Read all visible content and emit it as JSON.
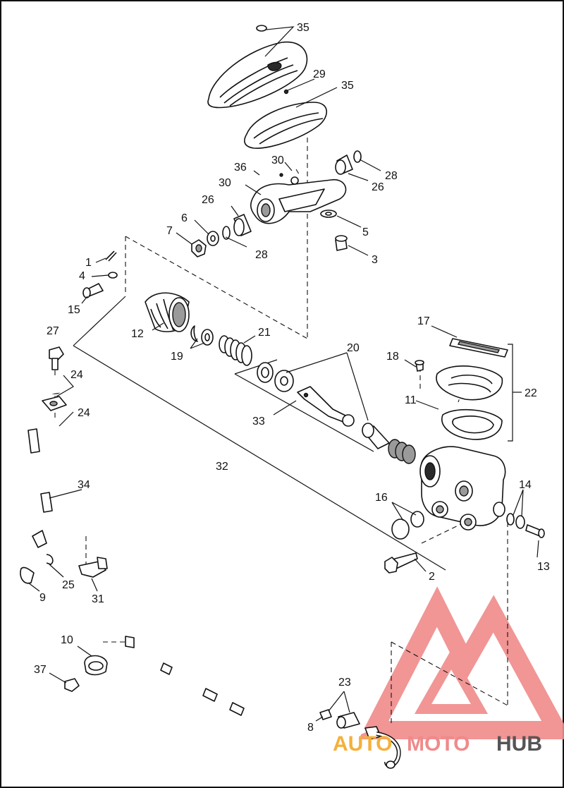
{
  "callouts": [
    {
      "id": "c35a",
      "text": "35"
    },
    {
      "id": "c29",
      "text": "29"
    },
    {
      "id": "c35b",
      "text": "35"
    },
    {
      "id": "c36",
      "text": "36"
    },
    {
      "id": "c30a",
      "text": "30"
    },
    {
      "id": "c28a",
      "text": "28"
    },
    {
      "id": "c26a",
      "text": "26"
    },
    {
      "id": "c30b",
      "text": "30"
    },
    {
      "id": "c26b",
      "text": "26"
    },
    {
      "id": "c6",
      "text": "6"
    },
    {
      "id": "c7",
      "text": "7"
    },
    {
      "id": "c28b",
      "text": "28"
    },
    {
      "id": "c5",
      "text": "5"
    },
    {
      "id": "c3",
      "text": "3"
    },
    {
      "id": "c1",
      "text": "1"
    },
    {
      "id": "c4",
      "text": "4"
    },
    {
      "id": "c15",
      "text": "15"
    },
    {
      "id": "c12",
      "text": "12"
    },
    {
      "id": "c19",
      "text": "19"
    },
    {
      "id": "c21",
      "text": "21"
    },
    {
      "id": "c20",
      "text": "20"
    },
    {
      "id": "c17",
      "text": "17"
    },
    {
      "id": "c18",
      "text": "18"
    },
    {
      "id": "c22",
      "text": "22"
    },
    {
      "id": "c11",
      "text": "11"
    },
    {
      "id": "c27",
      "text": "27"
    },
    {
      "id": "c24a",
      "text": "24"
    },
    {
      "id": "c24b",
      "text": "24"
    },
    {
      "id": "c33",
      "text": "33"
    },
    {
      "id": "c32",
      "text": "32"
    },
    {
      "id": "c34",
      "text": "34"
    },
    {
      "id": "c16",
      "text": "16"
    },
    {
      "id": "c14",
      "text": "14"
    },
    {
      "id": "c13",
      "text": "13"
    },
    {
      "id": "c25",
      "text": "25"
    },
    {
      "id": "c9",
      "text": "9"
    },
    {
      "id": "c31",
      "text": "31"
    },
    {
      "id": "c2",
      "text": "2"
    },
    {
      "id": "c10",
      "text": "10"
    },
    {
      "id": "c37",
      "text": "37"
    },
    {
      "id": "c23",
      "text": "23"
    },
    {
      "id": "c8",
      "text": "8"
    }
  ],
  "watermark": {
    "part1": "AUTO",
    "part2": "MOTO",
    "part3": "HUB",
    "color_primary": "#f08a8a",
    "color_accent": "#f5b03a",
    "color_dark": "#555555"
  }
}
